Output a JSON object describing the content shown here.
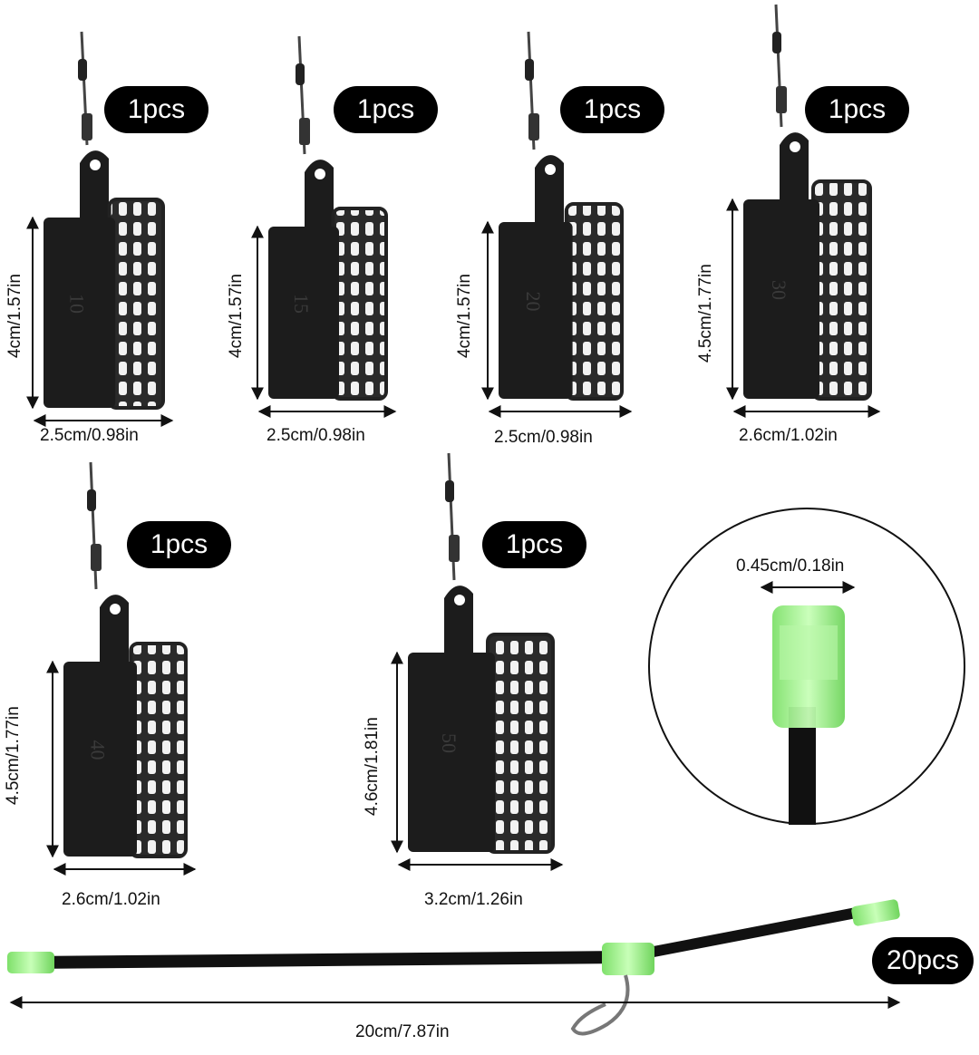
{
  "products": [
    {
      "id": "feeder-10",
      "quantity": "1pcs",
      "weight_mark": "10",
      "height": "4cm/1.57in",
      "width": "2.5cm/0.98in"
    },
    {
      "id": "feeder-15",
      "quantity": "1pcs",
      "weight_mark": "15",
      "height": "4cm/1.57in",
      "width": "2.5cm/0.98in"
    },
    {
      "id": "feeder-20",
      "quantity": "1pcs",
      "weight_mark": "20",
      "height": "4cm/1.57in",
      "width": "2.5cm/0.98in"
    },
    {
      "id": "feeder-30",
      "quantity": "1pcs",
      "weight_mark": "30",
      "height": "4.5cm/1.77in",
      "width": "2.6cm/1.02in"
    },
    {
      "id": "feeder-40",
      "quantity": "1pcs",
      "weight_mark": "40",
      "height": "4.5cm/1.77in",
      "width": "2.6cm/1.02in"
    },
    {
      "id": "feeder-50",
      "quantity": "1pcs",
      "weight_mark": "50",
      "height": "4.6cm/1.81in",
      "width": "3.2cm/1.26in"
    }
  ],
  "detail": {
    "tube_diameter": "0.45cm/0.18in"
  },
  "boom": {
    "quantity": "20pcs",
    "length": "20cm/7.87in"
  },
  "colors": {
    "feeder": "#1c1c1c",
    "glow": "#9bf08a",
    "badge": "#000000"
  }
}
